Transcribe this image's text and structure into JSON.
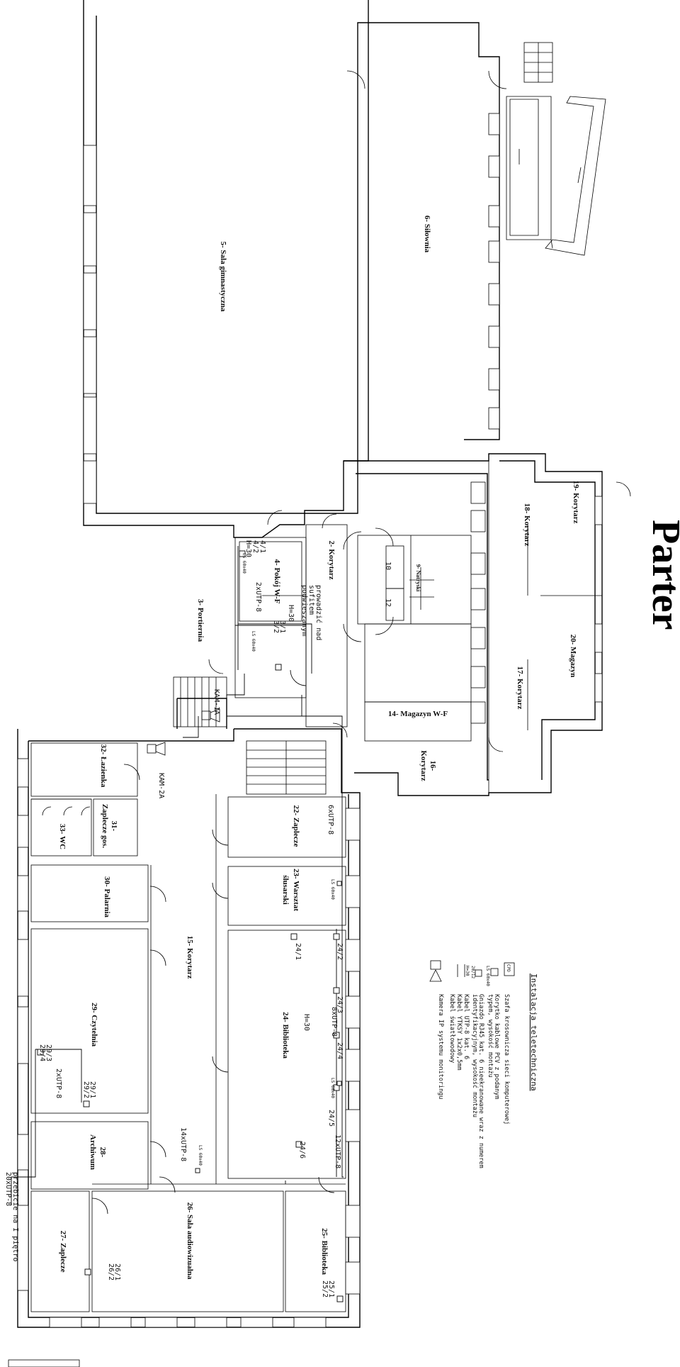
{
  "title": "Parter",
  "rooms": {
    "r2": "2- Korytarz",
    "r3": "3- Portiernia",
    "r4": "4- Pokój W-F",
    "r5": "5- Sala gimnastyczna",
    "r6": "6- Siłownia",
    "r9": "9- Natryski",
    "r10": "10",
    "r12": "12",
    "r14": "14- Magazyn W-F",
    "r15": "15- Korytarz",
    "r16a": "16-",
    "r16b": "Korytarz",
    "r17": "17- Korytarz",
    "r18": "18- Korytarz",
    "r19": "19- Korytarz",
    "r20": "20- Magazyn",
    "r22": "22- Zaplecze",
    "r23a": "23- Warsztat",
    "r23b": "ślusarski",
    "r24": "24- Biblioteka",
    "r25": "25- Biblioteka",
    "r26": "26- Sala audiowizualna",
    "r27": "27- Zaplecze",
    "r28a": "28-",
    "r28b": "Archiwum",
    "r29": "29- Czytelnia",
    "r30": "30- Palarnia",
    "r31a": "31-",
    "r31b": "Zaplecze gos.",
    "r32": "32- Łazienka",
    "r33": "33- WC"
  },
  "labels": {
    "s4_1": "4/1",
    "s4_2": "4/2",
    "h30_a": "H=30",
    "utp_4": "2xUTP-8",
    "s3_1": "3/1",
    "s3_2": "3/2",
    "h30_b": "H=30",
    "note_a": "prowadzić nad",
    "note_b": "sufitem",
    "note_c": "podwieszanym",
    "kam1": "KAM-1A",
    "kam2": "KAM-2A",
    "utp_22": "6xUTP-8",
    "s24_1": "24/1",
    "s24_2": "24/2",
    "s24_3": "24/3",
    "utp_24": "8xUTP-8",
    "h30_c": "H=30",
    "s24_4": "24/4",
    "s24_5": "24/5",
    "s24_6": "24/6",
    "utp_12": "12xUTP-8",
    "utp_14": "14xUTP-8",
    "s25_1": "25/1",
    "s25_2": "25/2",
    "s26_1": "26/1",
    "s26_2": "26/2",
    "s29_1": "29/1",
    "s29_2": "29/2",
    "s29_3": "29/3",
    "s29_4": "29/4",
    "utp_29": "2xUTP-8",
    "przebicie_a": "przebicie na I piętro",
    "przebicie_b": "20xUTP-8",
    "ls": "LS 60x40"
  },
  "legend": {
    "title": "Instalacja teletechniczna",
    "items": [
      "Szafa krosownicza sieci komputerowej",
      "Korytko kablowe PCV z podanym",
      "typem, wysokość montażu",
      "Gniazdo RJ45 kat. 6 nieekranowane wraz z numerem",
      "identyfikacyjnym, wysokość montażu",
      "Kabel UTP-8 kat. 6",
      "Kabel YTKSY 1x2x0,5mm",
      "Kabel światłowodowy",
      "Kamera IP systemu monitoringu"
    ],
    "symbols": {
      "cpd": "CPD",
      "ls_box": "LS 60x40",
      "socket_example": "20/12",
      "h_example": "H=30"
    }
  }
}
